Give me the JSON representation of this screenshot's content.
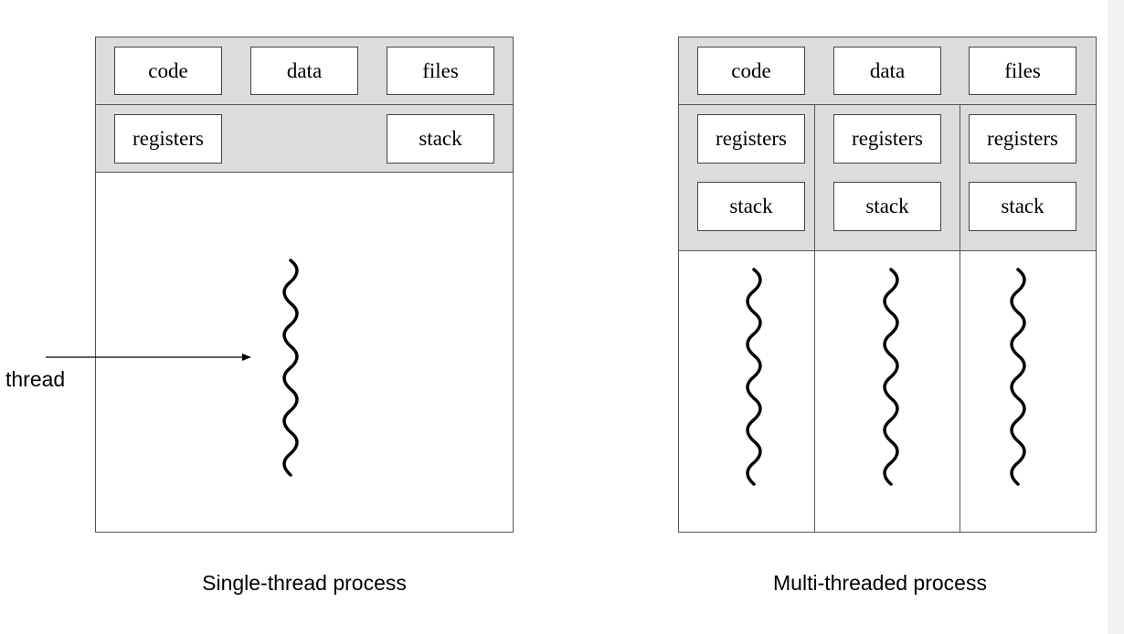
{
  "single": {
    "shared": {
      "code": "code",
      "data": "data",
      "files": "files"
    },
    "registers": "registers",
    "stack": "stack",
    "caption": "Single-thread process"
  },
  "multi": {
    "shared": {
      "code": "code",
      "data": "data",
      "files": "files"
    },
    "threads": [
      {
        "registers": "registers",
        "stack": "stack"
      },
      {
        "registers": "registers",
        "stack": "stack"
      },
      {
        "registers": "registers",
        "stack": "stack"
      }
    ],
    "caption": "Multi-threaded process"
  },
  "thread_label": "thread"
}
